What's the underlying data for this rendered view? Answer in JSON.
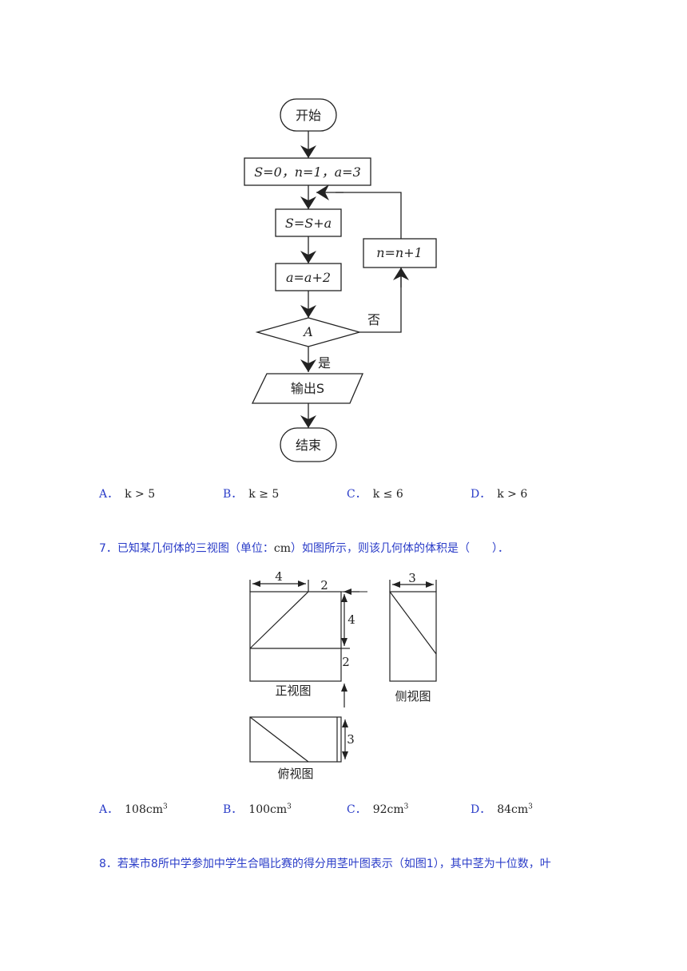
{
  "flowchart": {
    "start": "开始",
    "init": "S=0，n=1，a=3",
    "step_sum": "S=S+a",
    "step_a": "a=a+2",
    "condition": "A",
    "step_n": "n=n+1",
    "no_label": "否",
    "yes_label": "是",
    "output": "输出S",
    "end": "结束"
  },
  "q6_options": [
    {
      "letter": "A．",
      "text": "k > 5"
    },
    {
      "letter": "B．",
      "text": "k ≥ 5"
    },
    {
      "letter": "C．",
      "text": "k ≤ 6"
    },
    {
      "letter": "D．",
      "text": "k > 6"
    }
  ],
  "q7": {
    "prefix": "7．已知某几何体的三视图（单位：",
    "unit": "cm",
    "suffix": "）如图所示，则该几何体的体积是（　　）．"
  },
  "three_views": {
    "front_top_dim_left": "4",
    "front_top_dim_right": "2",
    "front_right_dim_top": "4",
    "front_right_dim_bottom": "2",
    "side_top_dim": "3",
    "top_right_dim": "3",
    "front_caption": "正视图",
    "side_caption": "侧视图",
    "top_caption": "俯视图"
  },
  "q7_options": [
    {
      "letter": "A．",
      "value": "108cm",
      "sup": "3"
    },
    {
      "letter": "B．",
      "value": "100cm",
      "sup": "3"
    },
    {
      "letter": "C．",
      "value": "92cm",
      "sup": "3"
    },
    {
      "letter": "D．",
      "value": "84cm",
      "sup": "3"
    }
  ],
  "q8": {
    "text": "8．若某市8所中学参加中学生合唱比赛的得分用茎叶图表示（如图1），其中茎为十位数，叶"
  }
}
